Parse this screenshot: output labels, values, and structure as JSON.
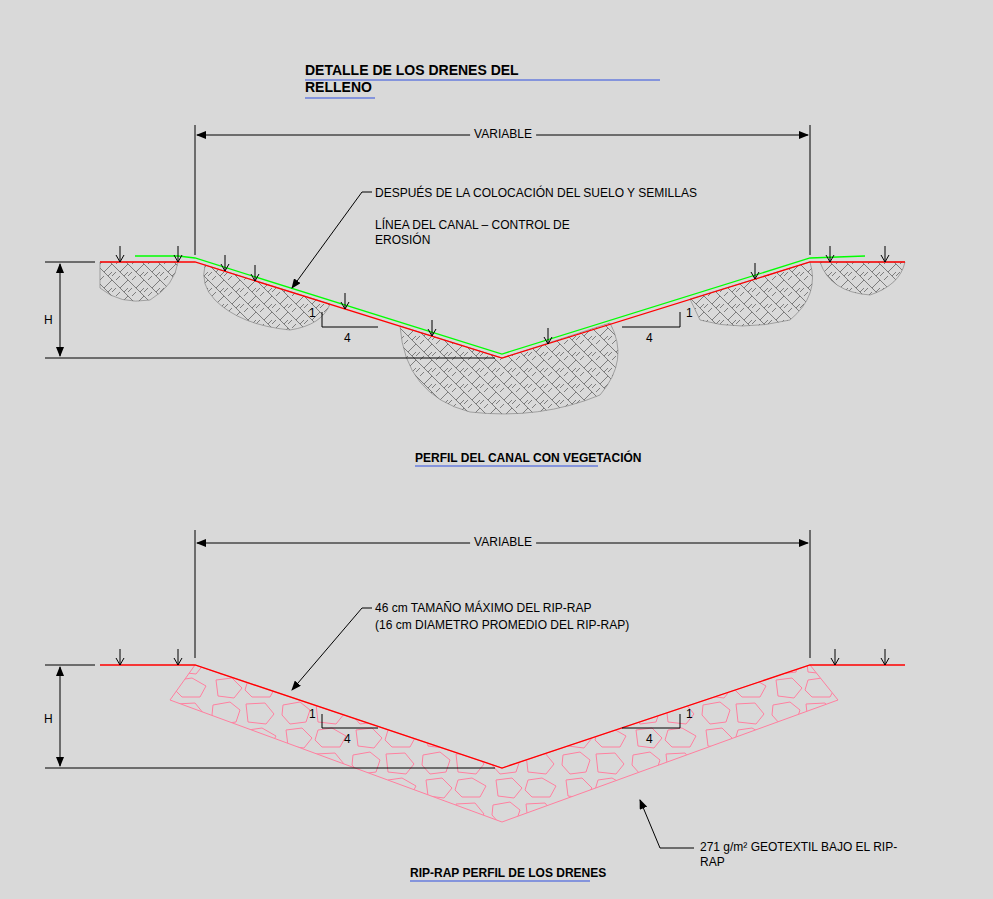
{
  "diagram": {
    "title": "DETALLE DE LOS DRENES DEL RELLENO",
    "labels": [
      "VARIABLE",
      "DESPUÉS DE LA COLOCACIÓN DEL SUELO Y SEMILLAS",
      "LÍNEA DEL CANAL – CONTROL DE EROSIÓN",
      "H",
      "1",
      "4",
      "4",
      "1",
      "PERFIL DEL CANAL CON VEGETACIÓN",
      "VARIABLE",
      "46 cm TAMAÑO MÁXIMO DEL RIP-RAP",
      "(16 cm DIAMETRO PROMEDIO DEL RIP-RAP)",
      "H",
      "1",
      "4",
      "4",
      "1",
      "271 g/m² GEOTEXTIL BAJO EL RIP-RAP",
      "RIP-RAP PERFIL DE LOS DRENES"
    ]
  }
}
